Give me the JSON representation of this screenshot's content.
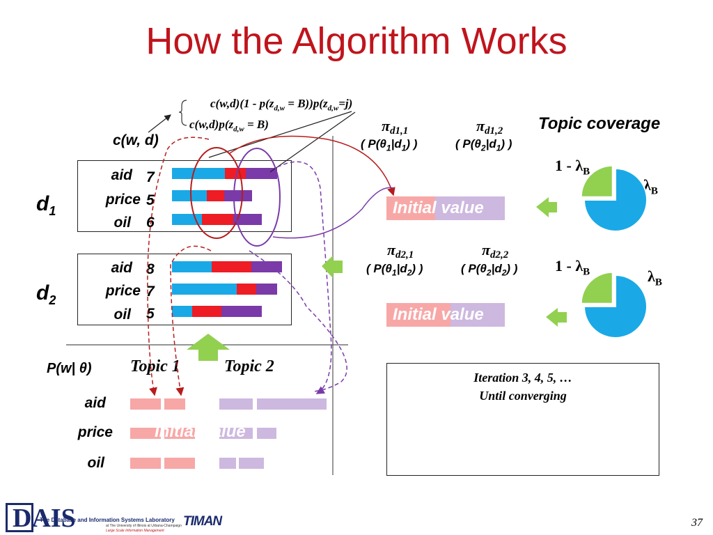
{
  "title": "How the Algorithm Works",
  "formulas": {
    "top": "c(w,d)(1 - p(z",
    "top_sub1": "d,w",
    "top_mid": " = B))p(z",
    "top_sub2": "d,w",
    "top_end": "=j)",
    "bottom": "c(w,d)p(z",
    "bottom_sub": "d,w",
    "bottom_end": " = B)"
  },
  "cwd_label": "c(w, d)",
  "docs": [
    {
      "label": "d",
      "sub": "1",
      "rows": [
        {
          "word": "aid",
          "count": "7"
        },
        {
          "word": "price",
          "count": "5"
        },
        {
          "word": "oil",
          "count": "6"
        }
      ]
    },
    {
      "label": "d",
      "sub": "2",
      "rows": [
        {
          "word": "aid",
          "count": "8"
        },
        {
          "word": "price",
          "count": "7"
        },
        {
          "word": "oil",
          "count": "5"
        }
      ]
    }
  ],
  "pi": {
    "d11": {
      "pi": "π",
      "sub": "d1,1",
      "paren_open": "( ",
      "p": "P(θ",
      "t": "1",
      "mid": "|d",
      "d": "1",
      "close": ") )"
    },
    "d12": {
      "pi": "π",
      "sub": "d1,2",
      "paren_open": "( ",
      "p": "P(θ",
      "t": "2",
      "mid": "|d",
      "d": "1",
      "close": ") )"
    },
    "d21": {
      "pi": "π",
      "sub": "d2,1",
      "paren_open": "( ",
      "p": "P(θ",
      "t": "1",
      "mid": "|d",
      "d": "2",
      "close": ") )"
    },
    "d22": {
      "pi": "π",
      "sub": "d2,2",
      "paren_open": "( ",
      "p": "P(θ",
      "t": "2",
      "mid": "|d",
      "d": "2",
      "close": ") )"
    }
  },
  "initial_value": "Initial value",
  "topic_coverage": "Topic coverage",
  "lambda_one_minus": "1 - λ",
  "lambda": "λ",
  "lambda_sub": "B",
  "pw_label": "P(w| θ)",
  "topics": [
    "Topic 1",
    "Topic 2"
  ],
  "vocab": [
    "aid",
    "price",
    "oil"
  ],
  "iteration_line1": "Iteration 3, 4, 5, …",
  "iteration_line2": "Until converging",
  "footer": {
    "logo": "DAIS",
    "lab_line1": "The Database and Information Systems Laboratory",
    "lab_line2": "at The University of Illinois at Urbana-Champaign",
    "lab_line3": "Large Scale Information Management",
    "timan": "TIMAN",
    "page": "37"
  },
  "colors": {
    "title": "#c0141c",
    "blue": "#1aa9e6",
    "red": "#ee1c24",
    "purple": "#7a3aa8",
    "pink": "#f8a7a7",
    "lavender": "#cdb8df",
    "green": "#92d050",
    "dark_red": "#b71c1c"
  },
  "chart_data": {
    "type": "pie",
    "charts": [
      {
        "name": "d1",
        "slices": [
          {
            "label": "λB",
            "value": 0.75
          },
          {
            "label": "1 - λB",
            "value": 0.25
          }
        ]
      },
      {
        "name": "d2",
        "slices": [
          {
            "label": "λB",
            "value": 0.75
          },
          {
            "label": "1 - λB",
            "value": 0.25
          }
        ]
      }
    ]
  }
}
